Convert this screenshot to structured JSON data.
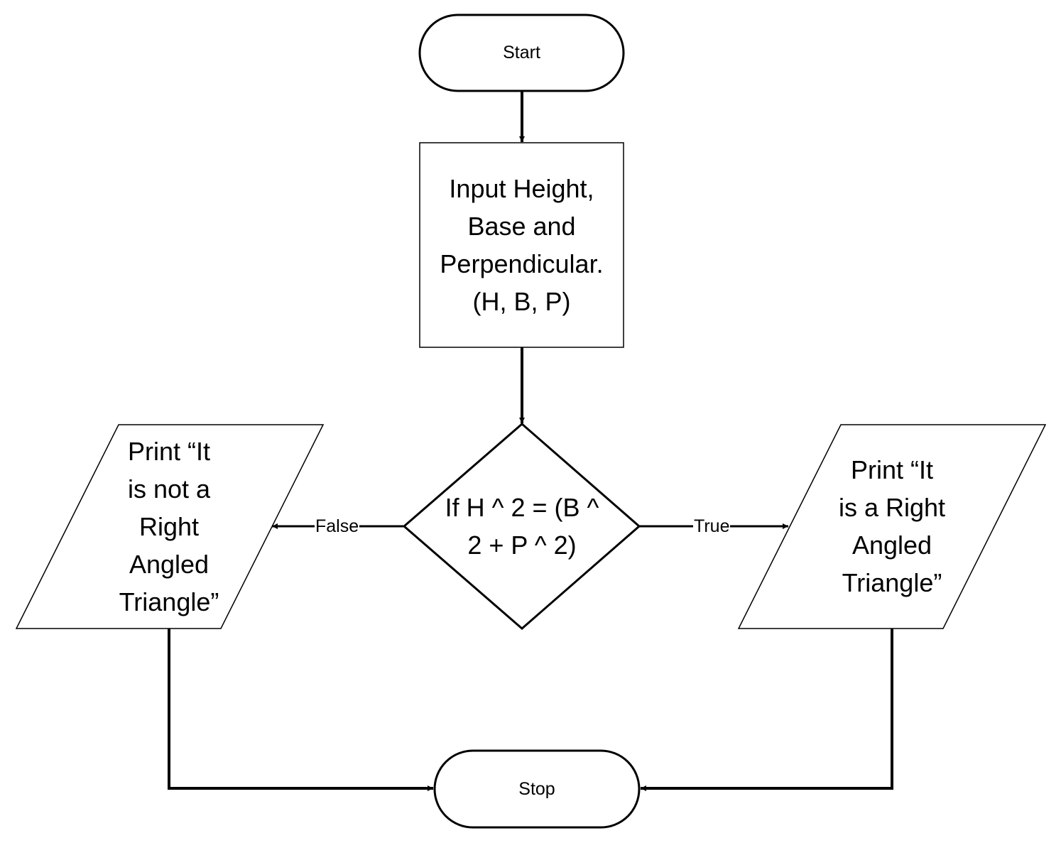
{
  "nodes": {
    "start": {
      "text": "Start"
    },
    "input": {
      "text": "Input Height,\nBase and\nPerpendicular.\n(H, B, P)"
    },
    "decision": {
      "text": "If H ^ 2 = (B ^\n2 + P ^ 2)"
    },
    "output_false": {
      "text": "Print “It\nis not a\nRight\nAngled\nTriangle”"
    },
    "output_true": {
      "text": "Print “It\nis a Right\nAngled\nTriangle”"
    },
    "stop": {
      "text": "Stop"
    }
  },
  "edges": {
    "false_label": "False",
    "true_label": "True"
  },
  "colors": {
    "stroke": "#000000",
    "fill": "#ffffff"
  }
}
